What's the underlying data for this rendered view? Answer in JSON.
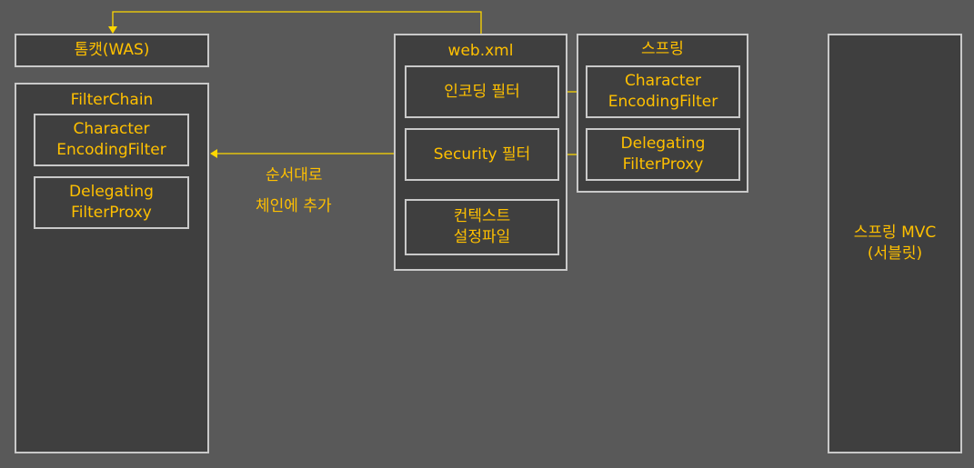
{
  "tomcat": {
    "label": "톰캣(WAS)"
  },
  "filter_chain": {
    "title": "FilterChain",
    "items": [
      {
        "line1": "Character",
        "line2": "EncodingFilter"
      },
      {
        "line1": "Delegating",
        "line2": "FilterProxy"
      }
    ]
  },
  "web_xml": {
    "title": "web.xml",
    "encoding_filter": "인코딩 필터",
    "security_filter": "Security 필터",
    "context_config": {
      "line1": "컨텍스트",
      "line2": "설정파일"
    }
  },
  "spring": {
    "title": "스프링",
    "items": [
      {
        "line1": "Character",
        "line2": "EncodingFilter"
      },
      {
        "line1": "Delegating",
        "line2": "FilterProxy"
      }
    ]
  },
  "arrow_note": {
    "line1": "순서대로",
    "line2": "체인에 추가"
  },
  "spring_mvc": {
    "line1": "스프링 MVC",
    "line2": "(서블릿)"
  },
  "colors": {
    "background": "#595959",
    "box_fill": "#3f3f3f",
    "box_border": "#c9c9c9",
    "text": "#ffc000",
    "connector": "#ffd700"
  }
}
